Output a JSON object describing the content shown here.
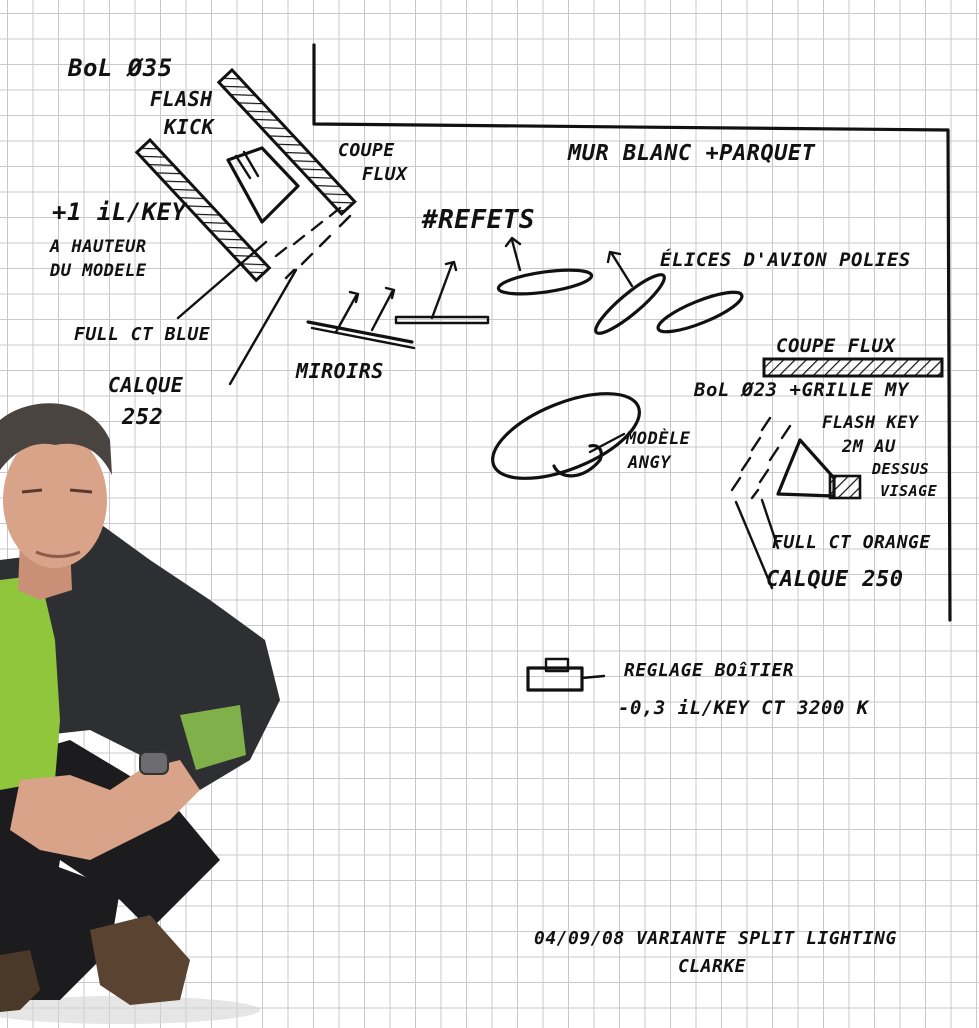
{
  "sketch": {
    "top_left_light": {
      "label_1": "BoL Ø35",
      "label_2": "FLASH",
      "label_3": "KICK",
      "label_4": "+1 iL/KEY",
      "label_5": "A HAUTEUR",
      "label_6": "DU MODELE"
    },
    "coupe_flux_1": {
      "line_1": "COUPE",
      "line_2": "FLUX"
    },
    "wall_label": "MUR BLANC +PARQUET",
    "reflets_label": "#REFETS",
    "propellers_label": "ÉLICES D'AVION POLIES",
    "full_ct_blue": "FULL CT BLUE",
    "calque_252": {
      "line_1": "CALQUE",
      "line_2": "252"
    },
    "miroirs_label": "MIROIRS",
    "model": {
      "line_1": "MODÈLE",
      "line_2": "ANGY"
    },
    "right_light": {
      "coupe_flux": "COUPE FLUX",
      "bol_label": "BoL Ø23 +GRILLE MY",
      "flash_key": "FLASH KEY",
      "height_1": "2M AU",
      "height_2": "DESSUS",
      "height_3": "VISAGE"
    },
    "full_ct_orange": "FULL CT ORANGE",
    "calque_250": "CALQUE 250",
    "camera": {
      "line_1": "REGLAGE BOîTIER",
      "line_2": "-0,3 iL/KEY  CT 3200 K"
    },
    "footer": {
      "line_1": "04/09/08  VARIANTE SPLIT LIGHTING",
      "line_2": "CLARKE"
    }
  },
  "colors": {
    "ink": "#111111",
    "grid": "#c9c9c9",
    "sweater": "#8fc63c",
    "jacket": "#2e2f33",
    "skin": "#d9a38a",
    "hair": "#4a4440",
    "trousers": "#1c1c1e",
    "shoes": "#5a4330"
  }
}
